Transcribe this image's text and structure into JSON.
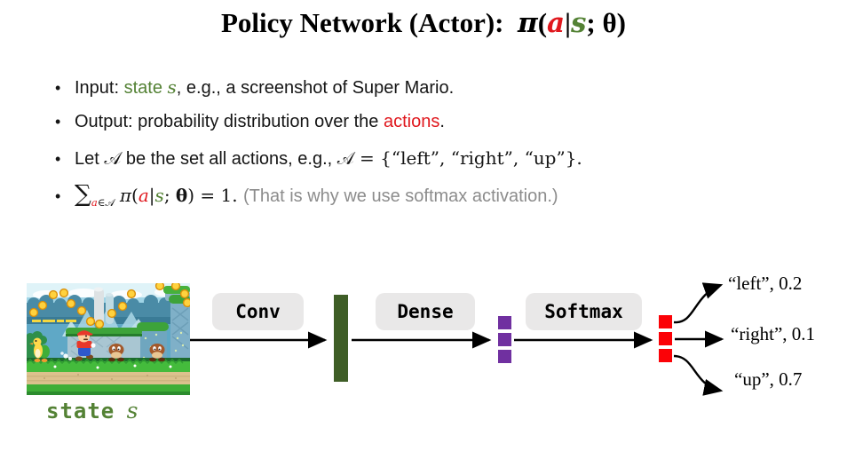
{
  "theme": {
    "red": "#e0181e",
    "green": "#548235",
    "gray": "#8c8c8c",
    "ink": "#111111",
    "purple": "#7030a0",
    "square-red": "#fb0207",
    "bar-green": "#3f5e27",
    "chip-bg": "#e9e8e8"
  },
  "bullet_marker": "•",
  "title": {
    "parts": [
      {
        "t": "Policy Network (Actor):  ",
        "c": ""
      },
      {
        "t": "π",
        "c": "italic"
      },
      {
        "t": "(",
        "c": ""
      },
      {
        "t": "a",
        "c": "red italic"
      },
      {
        "t": "|",
        "c": ""
      },
      {
        "t": "s",
        "c": "green italic"
      },
      {
        "t": "; ",
        "c": ""
      },
      {
        "t": "θ",
        "c": "bold"
      },
      {
        "t": ")",
        "c": ""
      }
    ]
  },
  "bullets": [
    {
      "parts": [
        {
          "t": "Input: ",
          "c": ""
        },
        {
          "t": "state ",
          "c": "green"
        },
        {
          "t": "s",
          "c": "green italic mserif"
        },
        {
          "t": ", e.g., a screenshot of Super Mario.",
          "c": ""
        }
      ]
    },
    {
      "parts": [
        {
          "t": "Output: probability distribution over the ",
          "c": ""
        },
        {
          "t": "actions",
          "c": "red"
        },
        {
          "t": ".",
          "c": ""
        }
      ]
    },
    {
      "parts": [
        {
          "t": "Let ",
          "c": ""
        },
        {
          "t": "𝒜",
          "c": "mserif"
        },
        {
          "t": " be the set all actions, e.g., ",
          "c": ""
        },
        {
          "t": "𝒜",
          "c": "mserif"
        },
        {
          "t": " = {“left”, “right”, “up”}.",
          "c": "mserif"
        }
      ]
    },
    {
      "parts": [
        {
          "t": "∑",
          "c": "mserif big"
        },
        {
          "t": "a",
          "c": "red mserif italic sub"
        },
        {
          "t": "∈",
          "c": "mserif sub"
        },
        {
          "t": "𝒜",
          "c": "mserif sub"
        },
        {
          "t": " ",
          "c": ""
        },
        {
          "t": "π",
          "c": "mserif italic"
        },
        {
          "t": "(",
          "c": "mserif"
        },
        {
          "t": "a",
          "c": "red mserif italic"
        },
        {
          "t": "|",
          "c": "mserif"
        },
        {
          "t": "s",
          "c": "green mserif italic"
        },
        {
          "t": "; ",
          "c": "mserif"
        },
        {
          "t": "θ",
          "c": "mserif bold"
        },
        {
          "t": ") = 1. ",
          "c": "mserif"
        },
        {
          "t": "(That is why we use softmax activation.)",
          "c": "gray"
        }
      ]
    }
  ],
  "diagram": {
    "conv_label": "Conv",
    "dense_label": "Dense",
    "softmax_label": "Softmax",
    "state_caption": {
      "parts": [
        {
          "t": "state",
          "c": "mono green"
        },
        {
          "t": "  ",
          "c": ""
        },
        {
          "t": "s",
          "c": "green italic mserif"
        }
      ]
    },
    "hidden_units": 3,
    "output_units": 3,
    "outputs": [
      {
        "action": "left",
        "probability": 0.2,
        "label": "“left”, 0.2"
      },
      {
        "action": "right",
        "probability": 0.1,
        "label": "“right”, 0.1"
      },
      {
        "action": "up",
        "probability": 0.7,
        "label": "“up”, 0.7"
      }
    ]
  }
}
